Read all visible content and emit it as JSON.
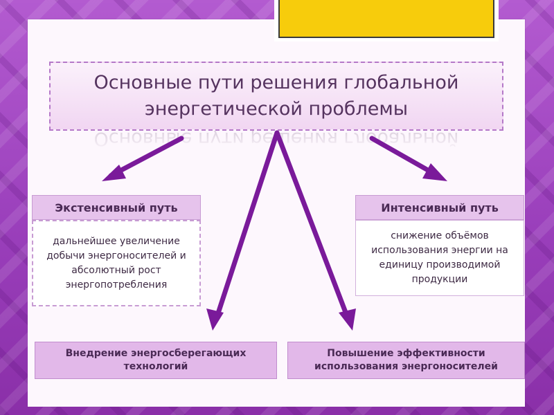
{
  "title": "Основные пути решения глобальной\nэнергетической проблемы",
  "extensive": {
    "heading": "Экстенсивный путь",
    "description": "дальнейшее увеличение добычи энергоносителей и абсолютный рост энергопотребления"
  },
  "intensive": {
    "heading": "Интенсивный путь",
    "description": "снижение объёмов использования энергии на единицу производимой продукции"
  },
  "bottom_left": "Внедрение энергосберегающих технологий",
  "bottom_right": "Повышение эффективности использования энергоносителей",
  "colors": {
    "background": "#a24fc0",
    "panel": "#fdf7fd",
    "accent_yellow": "#f7cc0c",
    "arrow": "#7a1a9a",
    "box_header": "#e6c3ec",
    "bottom_box": "#e2b8e9"
  }
}
